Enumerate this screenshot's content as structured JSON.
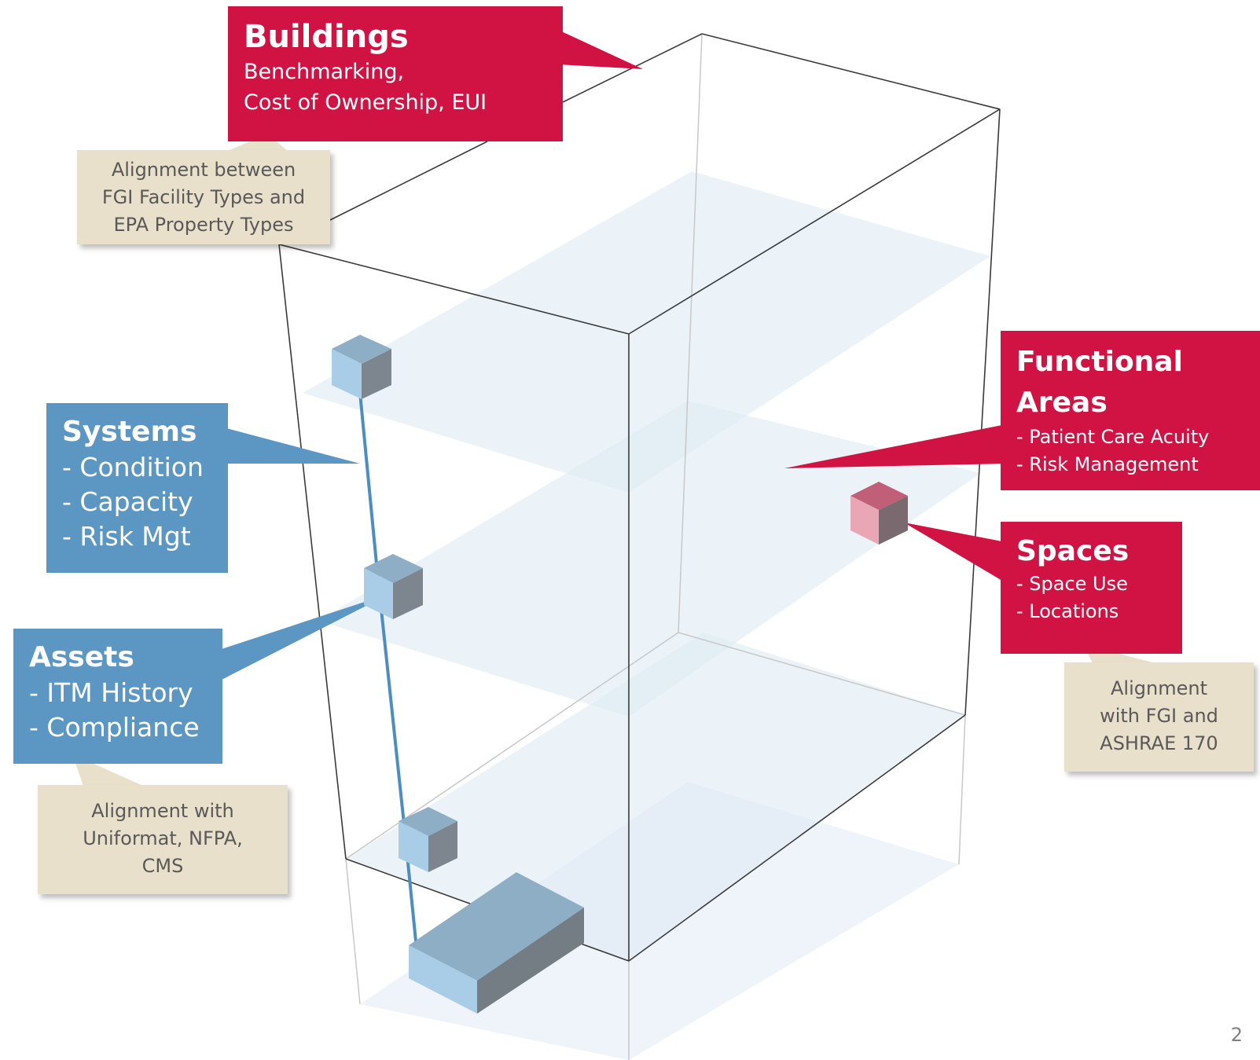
{
  "callouts": {
    "buildings": {
      "title": "Buildings",
      "lines": [
        "Benchmarking,",
        "Cost of Ownership, EUI"
      ]
    },
    "systems": {
      "title": "Systems",
      "lines": [
        "- Condition",
        "- Capacity",
        "- Risk Mgt"
      ]
    },
    "assets": {
      "title": "Assets",
      "lines": [
        "- ITM History",
        "- Compliance"
      ]
    },
    "functional_areas": {
      "title_line1": "Functional",
      "title_line2": "Areas",
      "lines": [
        "- Patient Care Acuity",
        "- Risk Management"
      ]
    },
    "spaces": {
      "title": "Spaces",
      "lines": [
        "- Space Use",
        "- Locations"
      ]
    }
  },
  "notes": {
    "buildings": [
      "Alignment between",
      "FGI Facility Types and",
      "EPA Property Types"
    ],
    "assets": [
      "Alignment with",
      "Uniformat, NFPA,",
      "CMS"
    ],
    "spaces": [
      "Alignment",
      "with FGI and",
      "ASHRAE 170"
    ]
  },
  "page_number": "2",
  "colors": {
    "callout_red": "#d01343",
    "callout_blue": "#5b97c2",
    "note_beige": "#e8e0cb",
    "cube_blue": "#a9cde6",
    "cube_red": "#e9a7b6"
  }
}
